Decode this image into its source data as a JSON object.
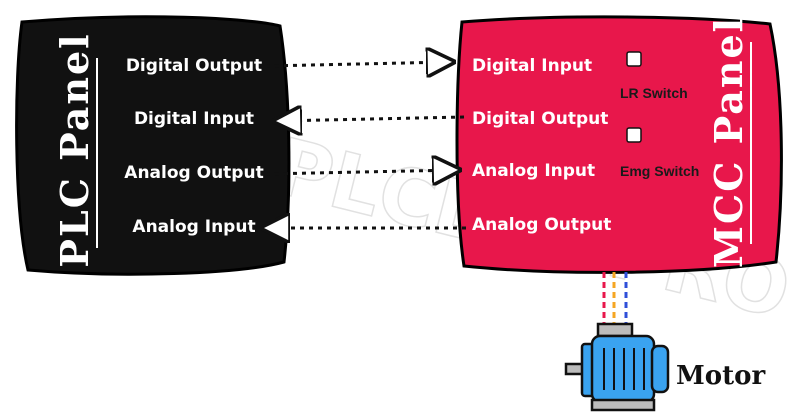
{
  "plc_panel": {
    "title": "PLC Panel",
    "color": "#111111",
    "signals": [
      "Digital Output",
      "Digital Input",
      "Analog Output",
      "Analog Input"
    ]
  },
  "mcc_panel": {
    "title": "MCC Panel",
    "color": "#e8174b",
    "signals": [
      "Digital Input",
      "Digital Output",
      "Analog Input",
      "Analog Output"
    ],
    "switches": [
      "LR Switch",
      "Emg Switch"
    ]
  },
  "connections": [
    {
      "from": "PLC Digital Output",
      "to": "MCC Digital Input",
      "direction": "to-mcc"
    },
    {
      "from": "MCC Digital Output",
      "to": "PLC Digital Input",
      "direction": "to-plc"
    },
    {
      "from": "PLC Analog Output",
      "to": "MCC Analog Input",
      "direction": "to-mcc"
    },
    {
      "from": "MCC Analog Output",
      "to": "PLC Analog Input",
      "direction": "to-plc"
    }
  ],
  "motor": {
    "label": "Motor",
    "icon": "motor-icon",
    "body_color": "#3aa3f0",
    "wire_colors": [
      "#e8174b",
      "#f5a623",
      "#2f4fd8"
    ]
  },
  "watermark": "PLCDCSPRO"
}
